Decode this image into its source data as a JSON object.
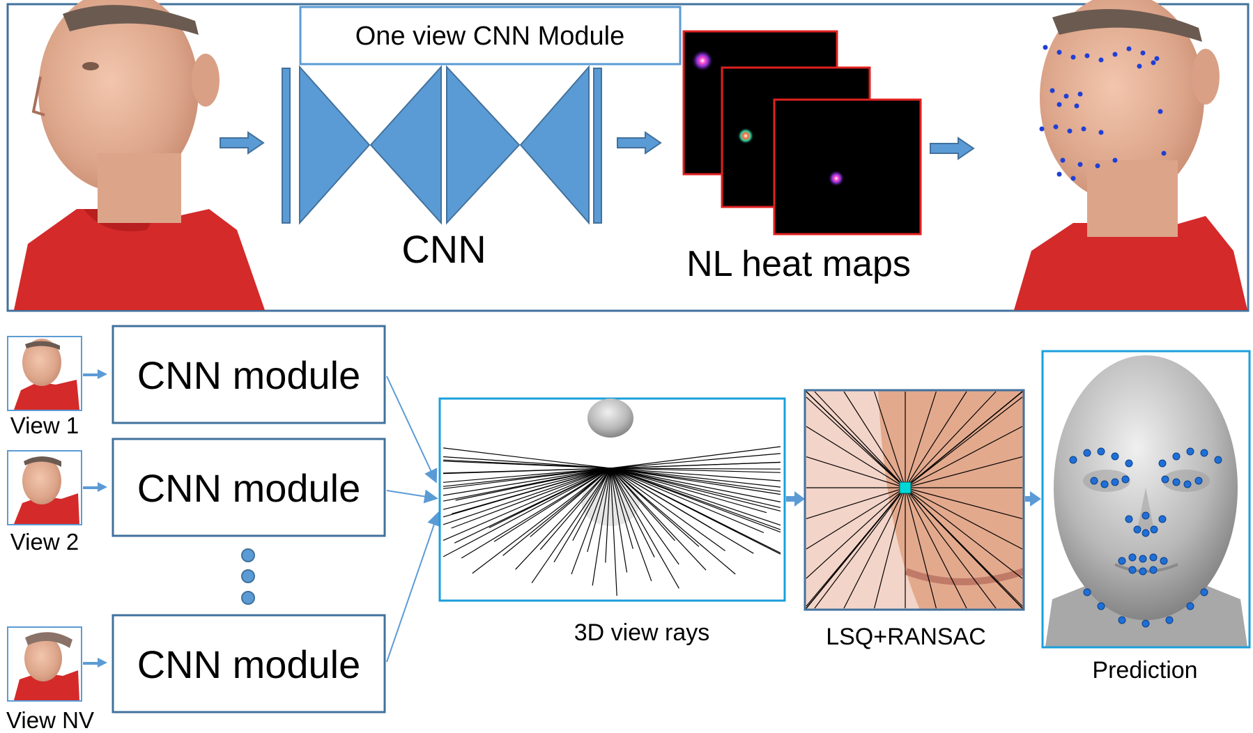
{
  "top_panel": {
    "module_title": "One view CNN Module",
    "cnn_label": "CNN",
    "heatmaps_label": "NL heat maps"
  },
  "bottom_panel": {
    "views": [
      {
        "label": "View 1",
        "module": "CNN module"
      },
      {
        "label": "View 2",
        "module": "CNN module"
      },
      {
        "label": "View NV",
        "module": "CNN module"
      }
    ],
    "rays_caption": "3D view rays",
    "lsq_caption": "LSQ+RANSAC",
    "prediction_caption": "Prediction"
  },
  "colors": {
    "frame": "#41719c",
    "accent_blue": "#5b9bd5",
    "cyan_frame": "#1a9fdc",
    "heatmap_border": "#e02020",
    "shirt_red": "#d42a2a",
    "skin": "#e8b49a",
    "landmark_blue": "#1f6fd6"
  }
}
